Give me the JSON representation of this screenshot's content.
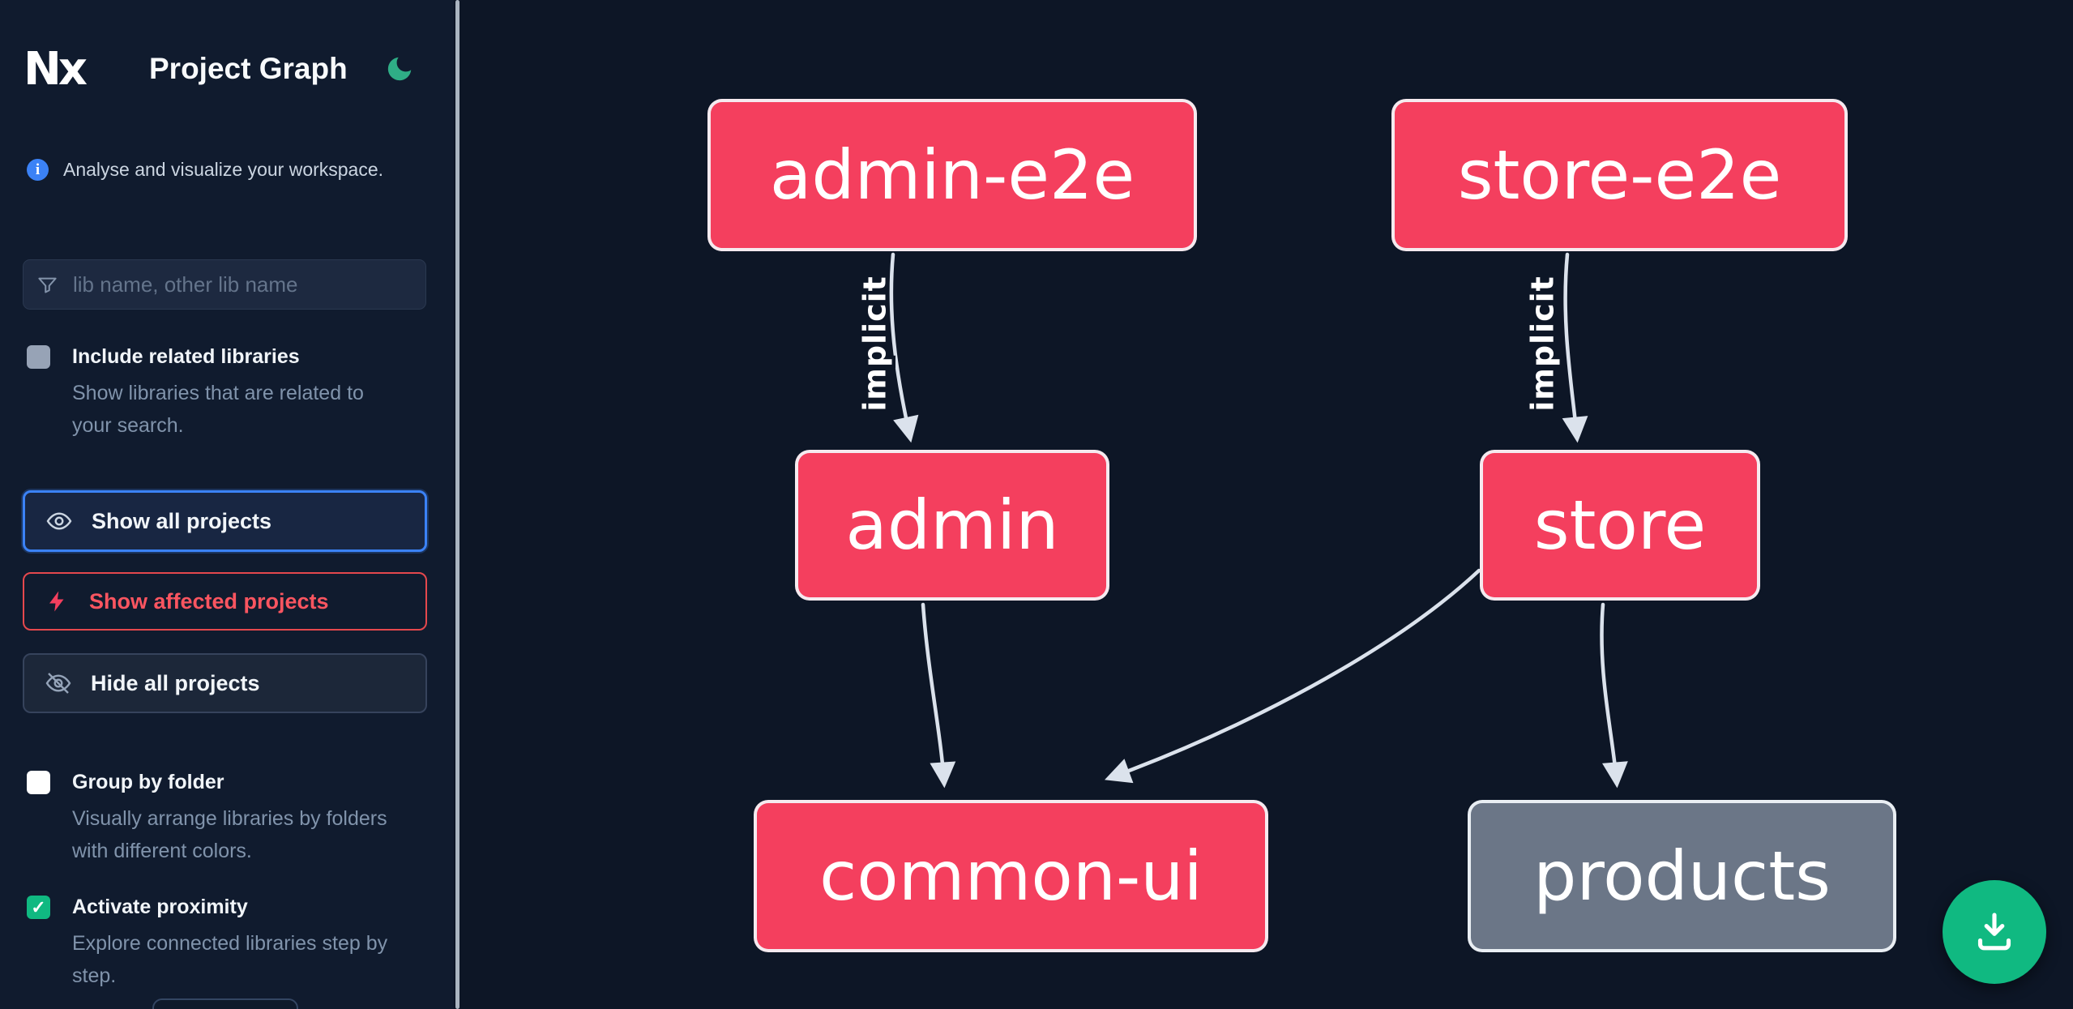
{
  "header": {
    "logo_text": "Nx",
    "title": "Project Graph"
  },
  "icons": {
    "info_glyph": "i",
    "check_glyph": "✓"
  },
  "sidebar": {
    "tagline": "Analyse and visualize your workspace.",
    "search_placeholder": "lib name, other lib name",
    "checkboxes": [
      {
        "label": "Include related libraries",
        "description": "Show libraries that are related to your search.",
        "checked": false
      },
      {
        "label": "Group by folder",
        "description": "Visually arrange libraries by folders with different colors.",
        "checked": false
      },
      {
        "label": "Activate proximity",
        "description": "Explore connected libraries step by step.",
        "checked": true
      }
    ],
    "buttons": [
      {
        "label": "Show all projects",
        "state": "focused"
      },
      {
        "label": "Show affected projects",
        "variant": "affected"
      },
      {
        "label": "Hide all projects",
        "variant": "default"
      }
    ]
  },
  "graph": {
    "nodes": [
      {
        "id": "admin-e2e",
        "label": "admin-e2e",
        "status": "affected",
        "color": "#f43f5e"
      },
      {
        "id": "store-e2e",
        "label": "store-e2e",
        "status": "affected",
        "color": "#f43f5e"
      },
      {
        "id": "admin",
        "label": "admin",
        "status": "affected",
        "color": "#f43f5e"
      },
      {
        "id": "store",
        "label": "store",
        "status": "affected",
        "color": "#f43f5e"
      },
      {
        "id": "common-ui",
        "label": "common-ui",
        "status": "affected",
        "color": "#f43f5e"
      },
      {
        "id": "products",
        "label": "products",
        "status": "unaffected",
        "color": "#6b7687"
      }
    ],
    "edges": [
      {
        "source": "admin-e2e",
        "target": "admin",
        "label": "implicit"
      },
      {
        "source": "store-e2e",
        "target": "store",
        "label": "implicit"
      },
      {
        "source": "admin",
        "target": "common-ui",
        "label": ""
      },
      {
        "source": "store",
        "target": "common-ui",
        "label": ""
      },
      {
        "source": "store",
        "target": "products",
        "label": ""
      }
    ]
  },
  "colors": {
    "affected_node": "#f43f5e",
    "neutral_node": "#6b7687",
    "focus_ring": "#3b82f6",
    "affected_outline": "#e5484d",
    "fab_green": "#10b981",
    "moon_green": "#2fae86",
    "edge": "#dbe2ec"
  }
}
